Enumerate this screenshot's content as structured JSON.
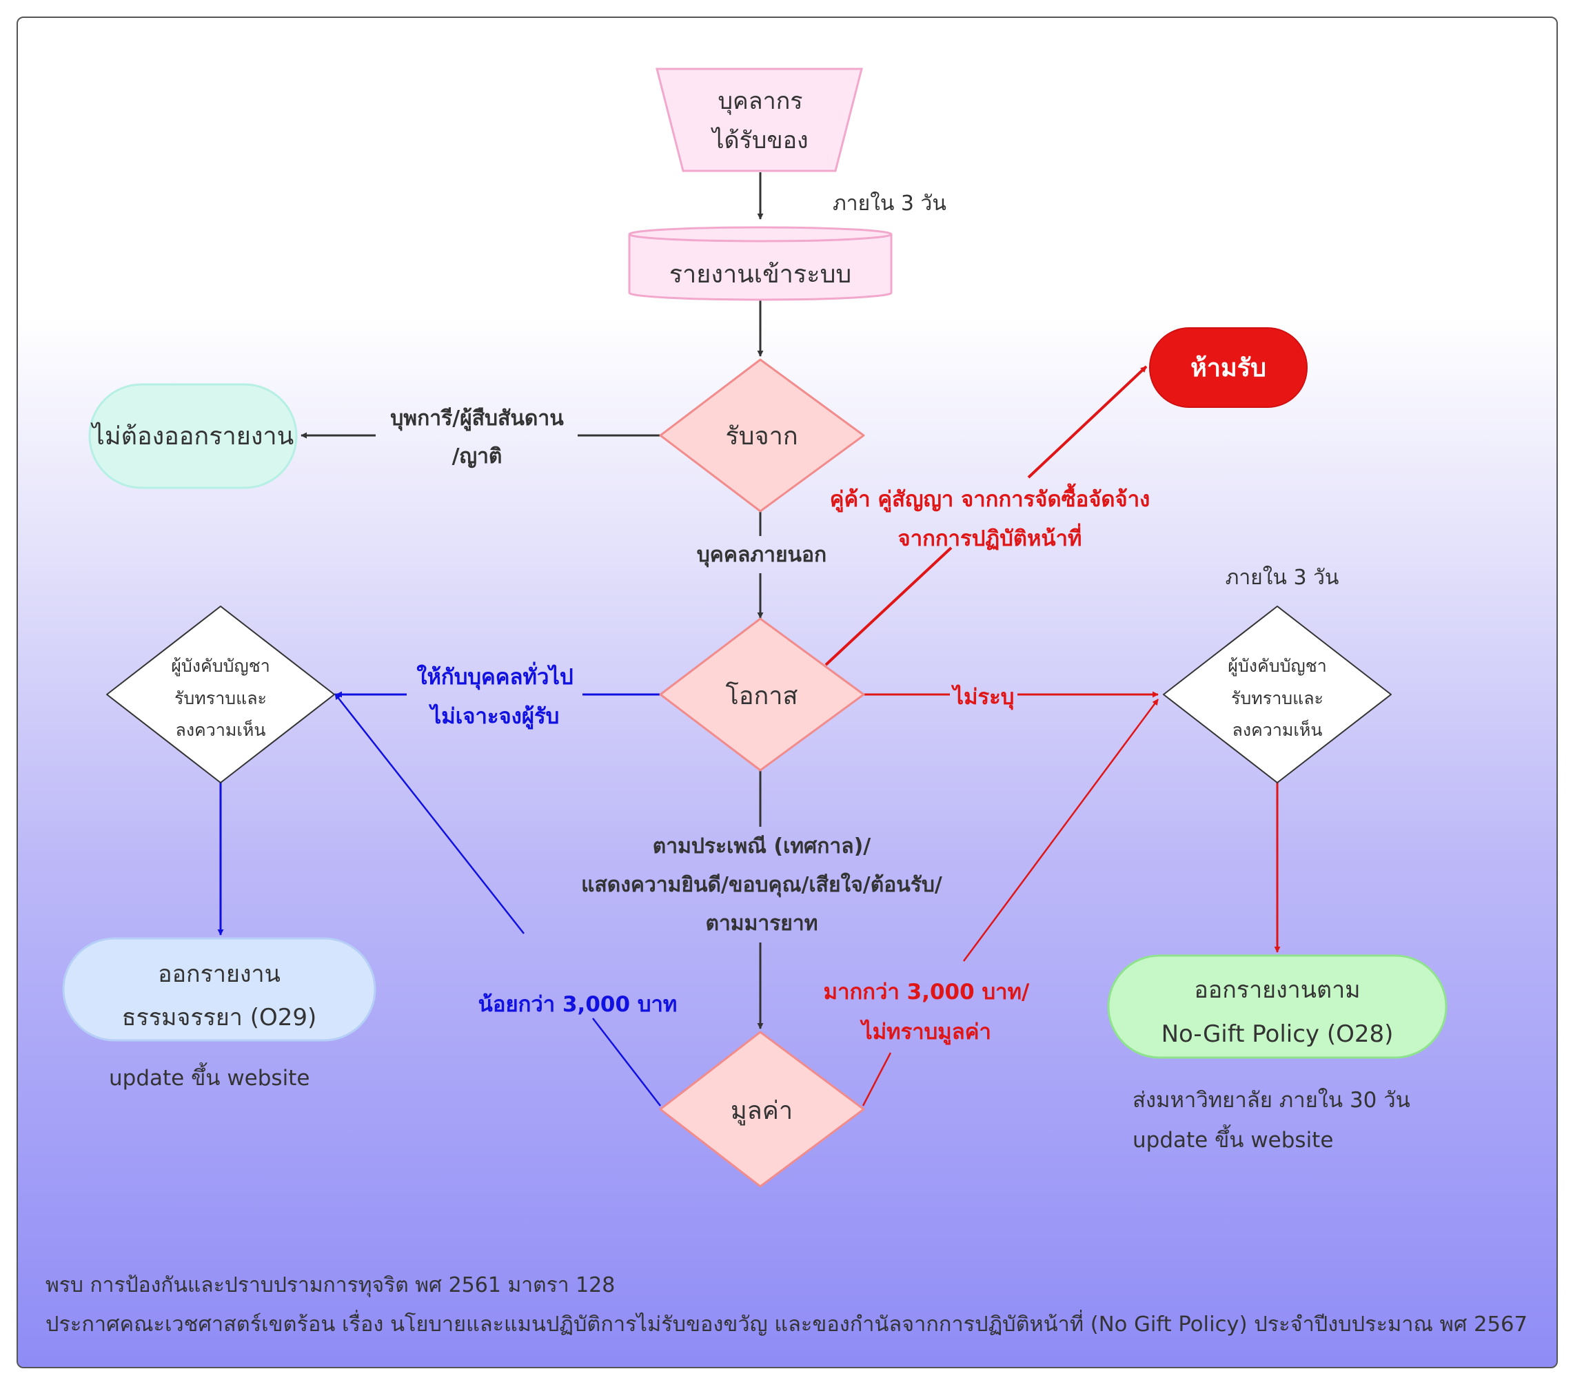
{
  "nodes": {
    "received_line1": "บุคลากร",
    "received_line2": "ได้รับของ",
    "report_system": "รายงานเข้าระบบ",
    "receive_from": "รับจาก",
    "no_report": "ไม่ต้องออกรายงาน",
    "forbidden": "ห้ามรับ",
    "occasion": "โอกาส",
    "value": "มูลค่า",
    "supervisor_left_1": "ผู้บังคับบัญชา",
    "supervisor_left_2": "รับทราบและ",
    "supervisor_left_3": "ลงความเห็น",
    "supervisor_right_1": "ผู้บังคับบัญชา",
    "supervisor_right_2": "รับทราบและ",
    "supervisor_right_3": "ลงความเห็น",
    "ethics_report_1": "ออกรายงาน",
    "ethics_report_2": "ธรรมจรรยา (O29)",
    "nogift_report_1": "ออกรายงานตาม",
    "nogift_report_2": "No-Gift Policy (O28)"
  },
  "edge_labels": {
    "within_3_days_top": "ภายใน 3 วัน",
    "family_1": "บุพการี/ผู้สืบสันดาน",
    "family_2": "/ญาติ",
    "outsider": "บุคคลภายนอก",
    "contractor_1": "คู่ค้า คู่สัญญา จากการจัดซื้อจัดจ้าง",
    "contractor_2": "จากการปฏิบัติหน้าที่",
    "within_3_days_right": "ภายใน 3 วัน",
    "general_1": "ให้กับบุคคลทั่วไป",
    "general_2": "ไม่เจาะจงผู้รับ",
    "unspecified": "ไม่ระบุ",
    "tradition_1": "ตามประเพณี (เทศกาล)/",
    "tradition_2": "แสดงความยินดี/ขอบคุณ/เสียใจ/ต้อนรับ/",
    "tradition_3": "ตามมารยาท",
    "less_than": "น้อยกว่า 3,000 บาท",
    "more_than_1": "มากกว่า 3,000 บาท/",
    "more_than_2": "ไม่ทราบมูลค่า"
  },
  "notes": {
    "left_update": "update ขึ้น website",
    "right_send": "ส่งมหาวิทยาลัย ภายใน 30 วัน",
    "right_update": "update ขึ้น website"
  },
  "footer": {
    "line1": "พรบ การป้องกันและปราบปรามการทุจริต พศ 2561 มาตรา 128",
    "line2": "ประกาศคณะเวชศาสตร์เขตร้อน เรื่อง นโยบายและแมนปฏิบัติการไม่รับของขวัญ และของกำนัลจากการปฏิบัติหน้าที่ (No Gift Policy) ประจำปีงบประมาณ พศ 2567"
  },
  "colors": {
    "pink_fill": "#ffe6f4",
    "pink_stroke": "#f2a8cc",
    "diamond_fill": "#ffd6d6",
    "diamond_stroke": "#f28c8c",
    "red": "#e01515",
    "blue": "#1010e0",
    "dark": "#333333",
    "teal_fill": "#d8f7ef",
    "blue_fill": "#d4e5fd",
    "green_fill": "#c6f7c6"
  }
}
